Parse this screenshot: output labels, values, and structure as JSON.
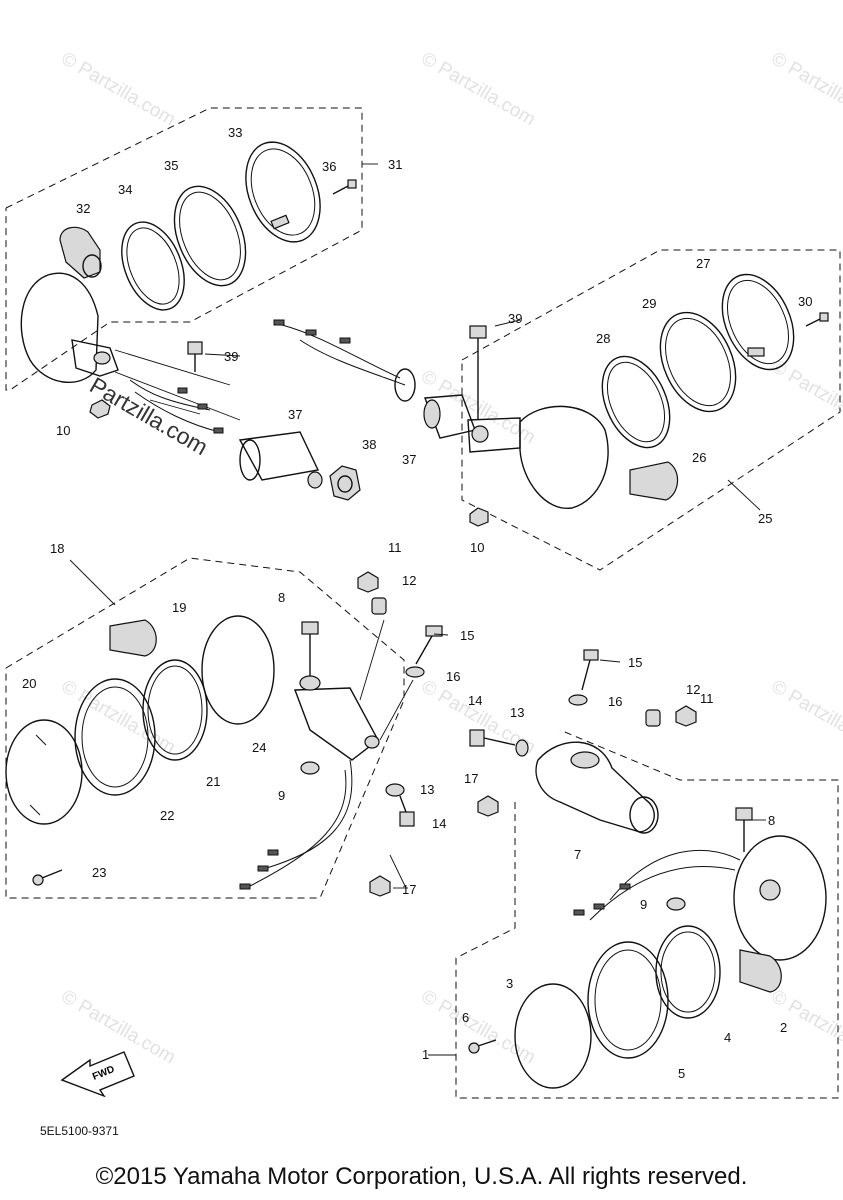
{
  "watermark": {
    "text": "© Partzilla.com",
    "brand": "Partzilla.com"
  },
  "callouts": {
    "c1": "1",
    "c2": "2",
    "c3": "3",
    "c4": "4",
    "c5": "5",
    "c6": "6",
    "c7": "7",
    "c8a": "8",
    "c8b": "8",
    "c9a": "9",
    "c9b": "9",
    "c10a": "10",
    "c10b": "10",
    "c11a": "11",
    "c11b": "11",
    "c12a": "12",
    "c12b": "12",
    "c13a": "13",
    "c13b": "13",
    "c14a": "14",
    "c14b": "14",
    "c15a": "15",
    "c15b": "15",
    "c16a": "16",
    "c16b": "16",
    "c17a": "17",
    "c17b": "17",
    "c18": "18",
    "c19": "19",
    "c20": "20",
    "c21": "21",
    "c22": "22",
    "c23": "23",
    "c24": "24",
    "c25": "25",
    "c26": "26",
    "c27": "27",
    "c28": "28",
    "c29": "29",
    "c30": "30",
    "c31": "31",
    "c32": "32",
    "c33": "33",
    "c34": "34",
    "c35": "35",
    "c36": "36",
    "c37a": "37",
    "c37b": "37",
    "c38": "38",
    "c39a": "39",
    "c39b": "39"
  },
  "fwd_label": "FWD",
  "diagram_code": "5EL5100-9371",
  "copyright": "©2015 Yamaha Motor Corporation, U.S.A. All rights reserved.",
  "colors": {
    "line": "#111111",
    "watermark": "#e2e2e2",
    "background": "#ffffff"
  }
}
